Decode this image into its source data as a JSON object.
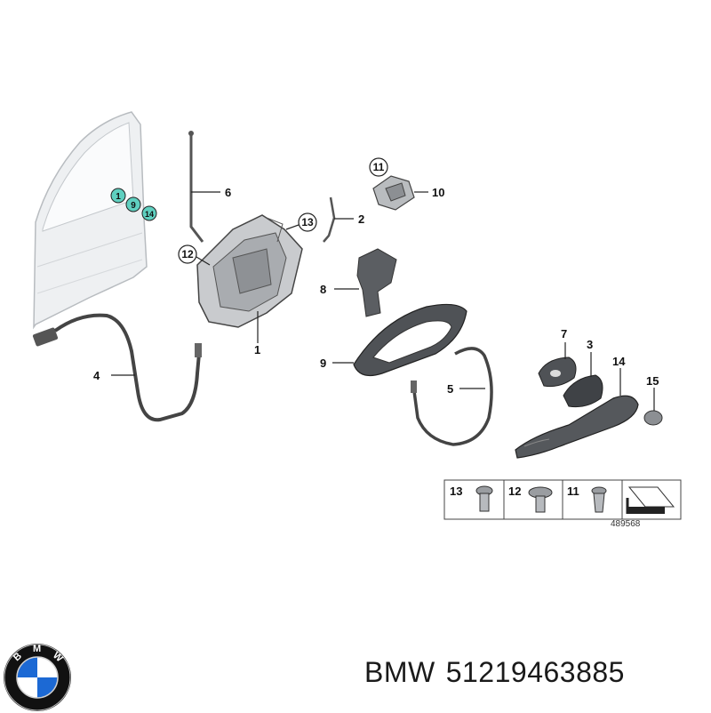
{
  "diagram": {
    "callouts": {
      "c1": "1",
      "c2": "2",
      "c3": "3",
      "c4": "4",
      "c5": "5",
      "c6": "6",
      "c7": "7",
      "c8": "8",
      "c9": "9",
      "c10": "10",
      "c11": "11",
      "c12": "12",
      "c13": "13",
      "c14": "14",
      "c15": "15",
      "door1": "1",
      "door9": "9",
      "door14": "14"
    },
    "fastener_legend": {
      "a": "13",
      "b": "12",
      "c": "11"
    },
    "reference_code": "489568"
  },
  "caption": {
    "brand": "BMW",
    "part_number": "51219463885"
  },
  "logo": {
    "text": "BMW",
    "colors": {
      "blue": "#1c69d4",
      "white": "#ffffff",
      "ring": "#111111"
    }
  }
}
